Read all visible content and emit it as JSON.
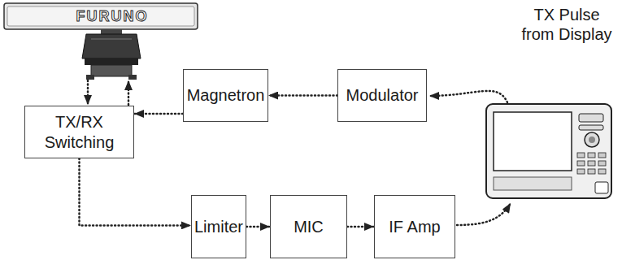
{
  "diagram": {
    "nodes": [
      {
        "text": [
          "Magnetron"
        ]
      },
      {
        "text": [
          "Modulator"
        ]
      },
      {
        "text": [
          "TX/RX Switching"
        ]
      },
      {
        "text": [
          "Limiter"
        ]
      },
      {
        "text": [
          "MIC"
        ]
      },
      {
        "text": [
          "IF Amp"
        ]
      }
    ],
    "edges": [
      {
        "from": 1,
        "to": 0,
        "arrow": "to"
      },
      {
        "from": 0,
        "to": 2,
        "arrow": "to"
      },
      {
        "from": 2,
        "to": 3,
        "arrow": "to"
      },
      {
        "from": 3,
        "to": 4,
        "arrow": "to"
      },
      {
        "from": 4,
        "to": 5,
        "arrow": "to"
      }
    ],
    "labels": [
      "FURUNO",
      "TX Pulse from Display"
    ]
  }
}
